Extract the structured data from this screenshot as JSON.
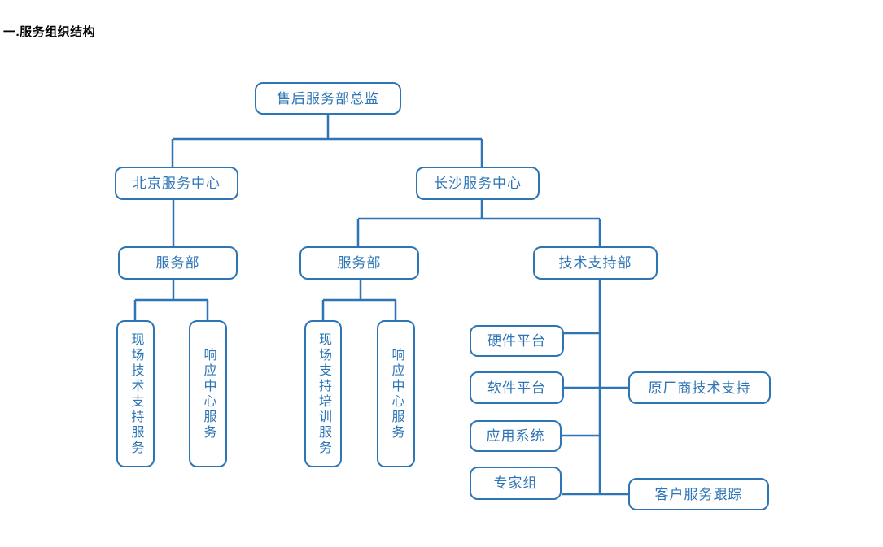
{
  "title": "一.服务组织结构",
  "colors": {
    "accent": "#2E75B6",
    "title_text": "#000000",
    "background": "#FFFFFF"
  },
  "org_chart": {
    "root": {
      "label": "售后服务部总监"
    },
    "beijing_center": {
      "label": "北京服务中心"
    },
    "changsha_center": {
      "label": "长沙服务中心"
    },
    "beijing_service_dept": {
      "label": "服务部"
    },
    "changsha_service_dept": {
      "label": "服务部"
    },
    "tech_support_dept": {
      "label": "技术支持部"
    },
    "onsite_tech_support_service": {
      "label": "现场技术支持服务"
    },
    "response_center_service_beijing": {
      "label": "响应中心服务"
    },
    "onsite_support_training_service": {
      "label": "现场支持培训服务"
    },
    "response_center_service_changsha": {
      "label": "响应中心服务"
    },
    "hardware_platform": {
      "label": "硬件平台"
    },
    "software_platform": {
      "label": "软件平台"
    },
    "application_system": {
      "label": "应用系统"
    },
    "expert_group": {
      "label": "专家组"
    },
    "oem_tech_support": {
      "label": "原厂商技术支持"
    },
    "customer_service_tracking": {
      "label": "客户服务跟踪"
    }
  },
  "structure_note": {
    "root_children": [
      "北京服务中心",
      "长沙服务中心"
    ],
    "beijing_children": [
      "服务部"
    ],
    "beijing_service_children": [
      "现场技术支持服务",
      "响应中心服务"
    ],
    "changsha_children": [
      "服务部",
      "技术支持部"
    ],
    "changsha_service_children": [
      "现场支持培训服务",
      "响应中心服务"
    ],
    "tech_support_children": [
      "硬件平台",
      "软件平台",
      "应用系统",
      "专家组"
    ],
    "software_platform_link": "原厂商技术支持",
    "expert_group_link": "客户服务跟踪"
  }
}
